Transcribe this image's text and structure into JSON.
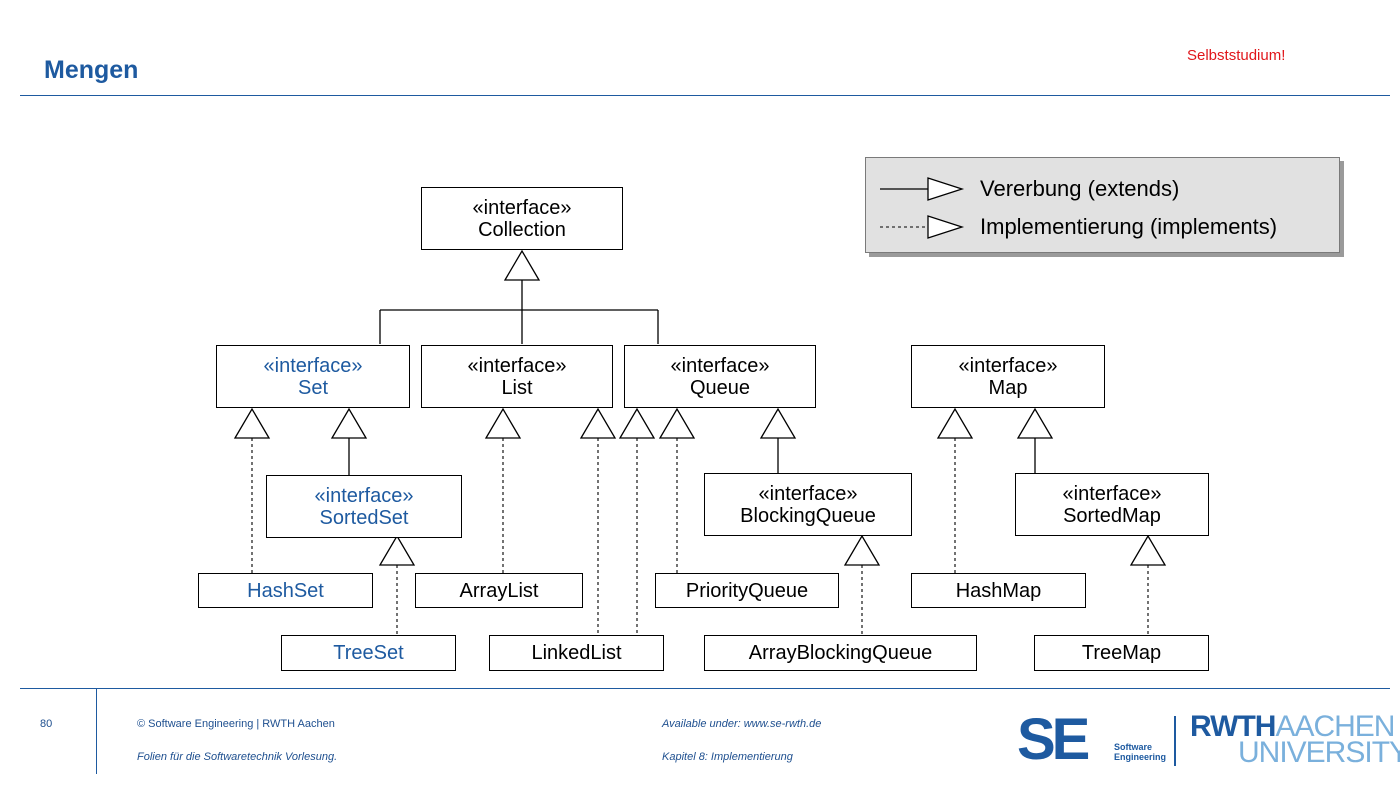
{
  "header": {
    "title": "Mengen",
    "badge": "Selbststudium!"
  },
  "legend": {
    "extends": "Vererbung (extends)",
    "implements": "Implementierung (implements)"
  },
  "nodes": {
    "collection": {
      "stereotype": "«interface»",
      "name": "Collection"
    },
    "set": {
      "stereotype": "«interface»",
      "name": "Set"
    },
    "list": {
      "stereotype": "«interface»",
      "name": "List"
    },
    "queue": {
      "stereotype": "«interface»",
      "name": "Queue"
    },
    "map": {
      "stereotype": "«interface»",
      "name": "Map"
    },
    "sortedset": {
      "stereotype": "«interface»",
      "name": "SortedSet"
    },
    "blockingqueue": {
      "stereotype": "«interface»",
      "name": "BlockingQueue"
    },
    "sortedmap": {
      "stereotype": "«interface»",
      "name": "SortedMap"
    },
    "hashset": {
      "name": "HashSet"
    },
    "arraylist": {
      "name": "ArrayList"
    },
    "priorityqueue": {
      "name": "PriorityQueue"
    },
    "hashmap": {
      "name": "HashMap"
    },
    "treeset": {
      "name": "TreeSet"
    },
    "linkedlist": {
      "name": "LinkedList"
    },
    "arrayblockingqueue": {
      "name": "ArrayBlockingQueue"
    },
    "treemap": {
      "name": "TreeMap"
    }
  },
  "footer": {
    "page": "80",
    "copyright": "©  Software Engineering  |  RWTH Aachen",
    "subtitle": "Folien für die Softwaretechnik Vorlesung.",
    "available": "Available under:  www.se-rwth.de",
    "chapter": "Kapitel 8: Implementierung",
    "se_logo": "SE",
    "se_sub_1": "Software",
    "se_sub_2": "Engineering",
    "rwth_1": "RWTH",
    "rwth_2": "AACHEN",
    "rwth_3": "UNIVERSITY"
  },
  "colors": {
    "accent": "#1e5aa0",
    "badge": "#e0161b",
    "legend_bg": "#e1e1e1"
  }
}
